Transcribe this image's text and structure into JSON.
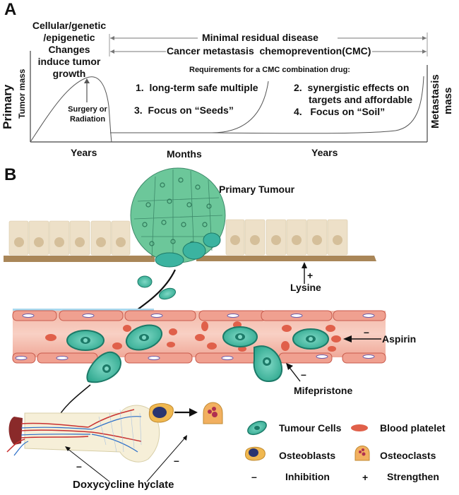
{
  "panel_a": {
    "label": "A",
    "left_annotation": [
      "Cellular/genetic",
      "/epigenetic",
      "Changes",
      "induce tumor",
      "growth"
    ],
    "arrow_labels": {
      "minimal_residual": "Minimal residual disease",
      "cmc": "Cancer metastasis  chemoprevention(CMC)"
    },
    "requirements_title": "Requirements for a CMC combination drug:",
    "requirements": [
      {
        "num": "1.",
        "text": "long-term safe multiple"
      },
      {
        "num": "2.",
        "text": "synergistic effects on",
        "text2": "targets and affordable"
      },
      {
        "num": "3.",
        "text": "Focus on “Seeds”"
      },
      {
        "num": "4.",
        "text": "Focus on “Soil”"
      }
    ],
    "surgery_label": [
      "Surgery or",
      "Radiation"
    ],
    "y_left_primary": "Primary",
    "y_left_secondary": "Tumor mass",
    "y_right_primary": "Metastasis",
    "y_right_secondary": "mass",
    "x_labels": [
      "Years",
      "Months",
      "Years"
    ]
  },
  "panel_b": {
    "label": "B",
    "primary_tumour": "Primary Tumour",
    "lysine": {
      "sign": "+",
      "label": "Lysine"
    },
    "aspirin": {
      "sign": "–",
      "label": "Aspirin"
    },
    "mifepristone": {
      "sign": "–",
      "label": "Mifepristone"
    },
    "doxycycline": {
      "label": "Doxycycline hyclate",
      "sign_left": "–",
      "sign_right": "–"
    },
    "colors": {
      "tumour_cell": "#3bb3a0",
      "tumour_outline": "#1c7a68",
      "tumour_mass": "#6cc79a",
      "epithelium": "#ede0c8",
      "basement": "#a98658",
      "vessel": "#e89a8c",
      "vessel_wall": "#c85a4c",
      "platelet": "#e0604a",
      "osteoblast": "#f0b850",
      "osteoclast": "#f2b060"
    }
  },
  "legend": {
    "items": [
      {
        "icon": "tumour-cell-icon",
        "label": "Tumour Cells"
      },
      {
        "icon": "blood-platelet-icon",
        "label": "Blood platelet"
      },
      {
        "icon": "osteoblast-icon",
        "label": "Osteoblasts"
      },
      {
        "icon": "osteoclast-icon",
        "label": "Osteoclasts"
      },
      {
        "icon": "minus",
        "symbol": "–",
        "label": "Inhibition"
      },
      {
        "icon": "plus",
        "symbol": "+",
        "label": "Strengthen"
      }
    ]
  }
}
